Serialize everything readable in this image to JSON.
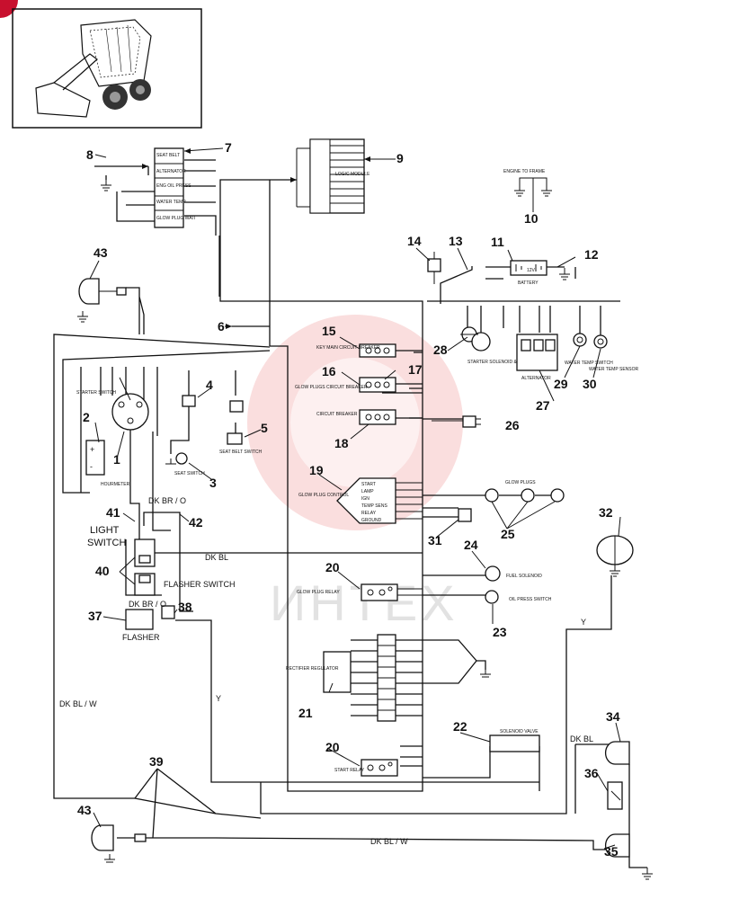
{
  "callouts": {
    "n1": "1",
    "n2": "2",
    "n3": "3",
    "n4": "4",
    "n5": "5",
    "n6": "6",
    "n7": "7",
    "n8": "8",
    "n9": "9",
    "n10": "10",
    "n11": "11",
    "n12": "12",
    "n13": "13",
    "n14": "14",
    "n15": "15",
    "n16": "16",
    "n17": "17",
    "n18": "18",
    "n19": "19",
    "n20a": "20",
    "n20b": "20",
    "n21": "21",
    "n22": "22",
    "n23": "23",
    "n24": "24",
    "n25": "25",
    "n26": "26",
    "n27": "27",
    "n28": "28",
    "n29": "29",
    "n30": "30",
    "n31": "31",
    "n32": "32",
    "n34": "34",
    "n35": "35",
    "n36": "36",
    "n37": "37",
    "n38": "38",
    "n39": "39",
    "n40": "40",
    "n41": "41",
    "n42": "42",
    "n43a": "43",
    "n43b": "43"
  },
  "labels": {
    "light_switch_1": "LIGHT",
    "light_switch_2": "SWITCH",
    "flasher_switch": "FLASHER SWITCH",
    "flasher": "FLASHER",
    "dk_br_o_1": "DK BR / O",
    "dk_br_o_2": "DK BR / O",
    "dk_bl_1": "DK BL",
    "dk_bl_2": "DK BL",
    "dk_bl_w_1": "DK BL / W",
    "dk_bl_w_2": "DK BL / W",
    "y_1": "Y",
    "y_2": "Y",
    "seat_belt": "SEAT BELT",
    "alternator_lamp": "ALTERNATOR",
    "eng_oil_press": "ENG OIL PRESS",
    "water_temp": "WATER TEMP",
    "glow_plug_wait": "GLOW PLUG WAIT",
    "logic_module": "LOGIC MODULE",
    "engine_to_frame": "ENGINE TO FRAME",
    "battery": "BATTERY",
    "battery_v": "12V",
    "starter_solenoid_motor": "STARTER SOLENOID & MOTOR",
    "alternator": "ALTERNATOR",
    "water_temp_switch": "WATER TEMP SWITCH",
    "water_temp_sensor": "WATER TEMP SENSOR",
    "key_main_cb": "KEY MAIN CIRCUIT BREAKER",
    "glow_plugs_cb": "GLOW PLUGS CIRCUIT BREAKER",
    "circuit_breaker": "CIRCUIT BREAKER",
    "starter_switch": "STARTER SWITCH",
    "hourmeter": "HOURMETER",
    "seat_switch": "SEAT SWITCH",
    "seat_belt_switch": "SEAT BELT SWITCH",
    "glow_plug_control": "GLOW PLUG CONTROL",
    "glow_plugs": "GLOW PLUGS",
    "glow_plug_relay": "GLOW PLUG RELAY",
    "fuel_solenoid": "FUEL SOLENOID",
    "oil_press_switch": "OIL PRESS SWITCH",
    "rectifier_regulator": "RECTIFIER REGULATOR",
    "solenoid_valve": "SOLENOID VALVE",
    "start_relay": "START RELAY",
    "watermark": "ИНТЕХ"
  },
  "glow_control_pins": [
    "START",
    "LAMP",
    "IGN",
    "TEMP SENS",
    "RELAY",
    "GROUND"
  ],
  "colors": {
    "ink": "#111111",
    "watermark": "#e85a5a",
    "badge": "#c8102e"
  },
  "icons": {
    "loader": "skid-steer-loader-illustration",
    "badge": "red-corner-badge"
  }
}
